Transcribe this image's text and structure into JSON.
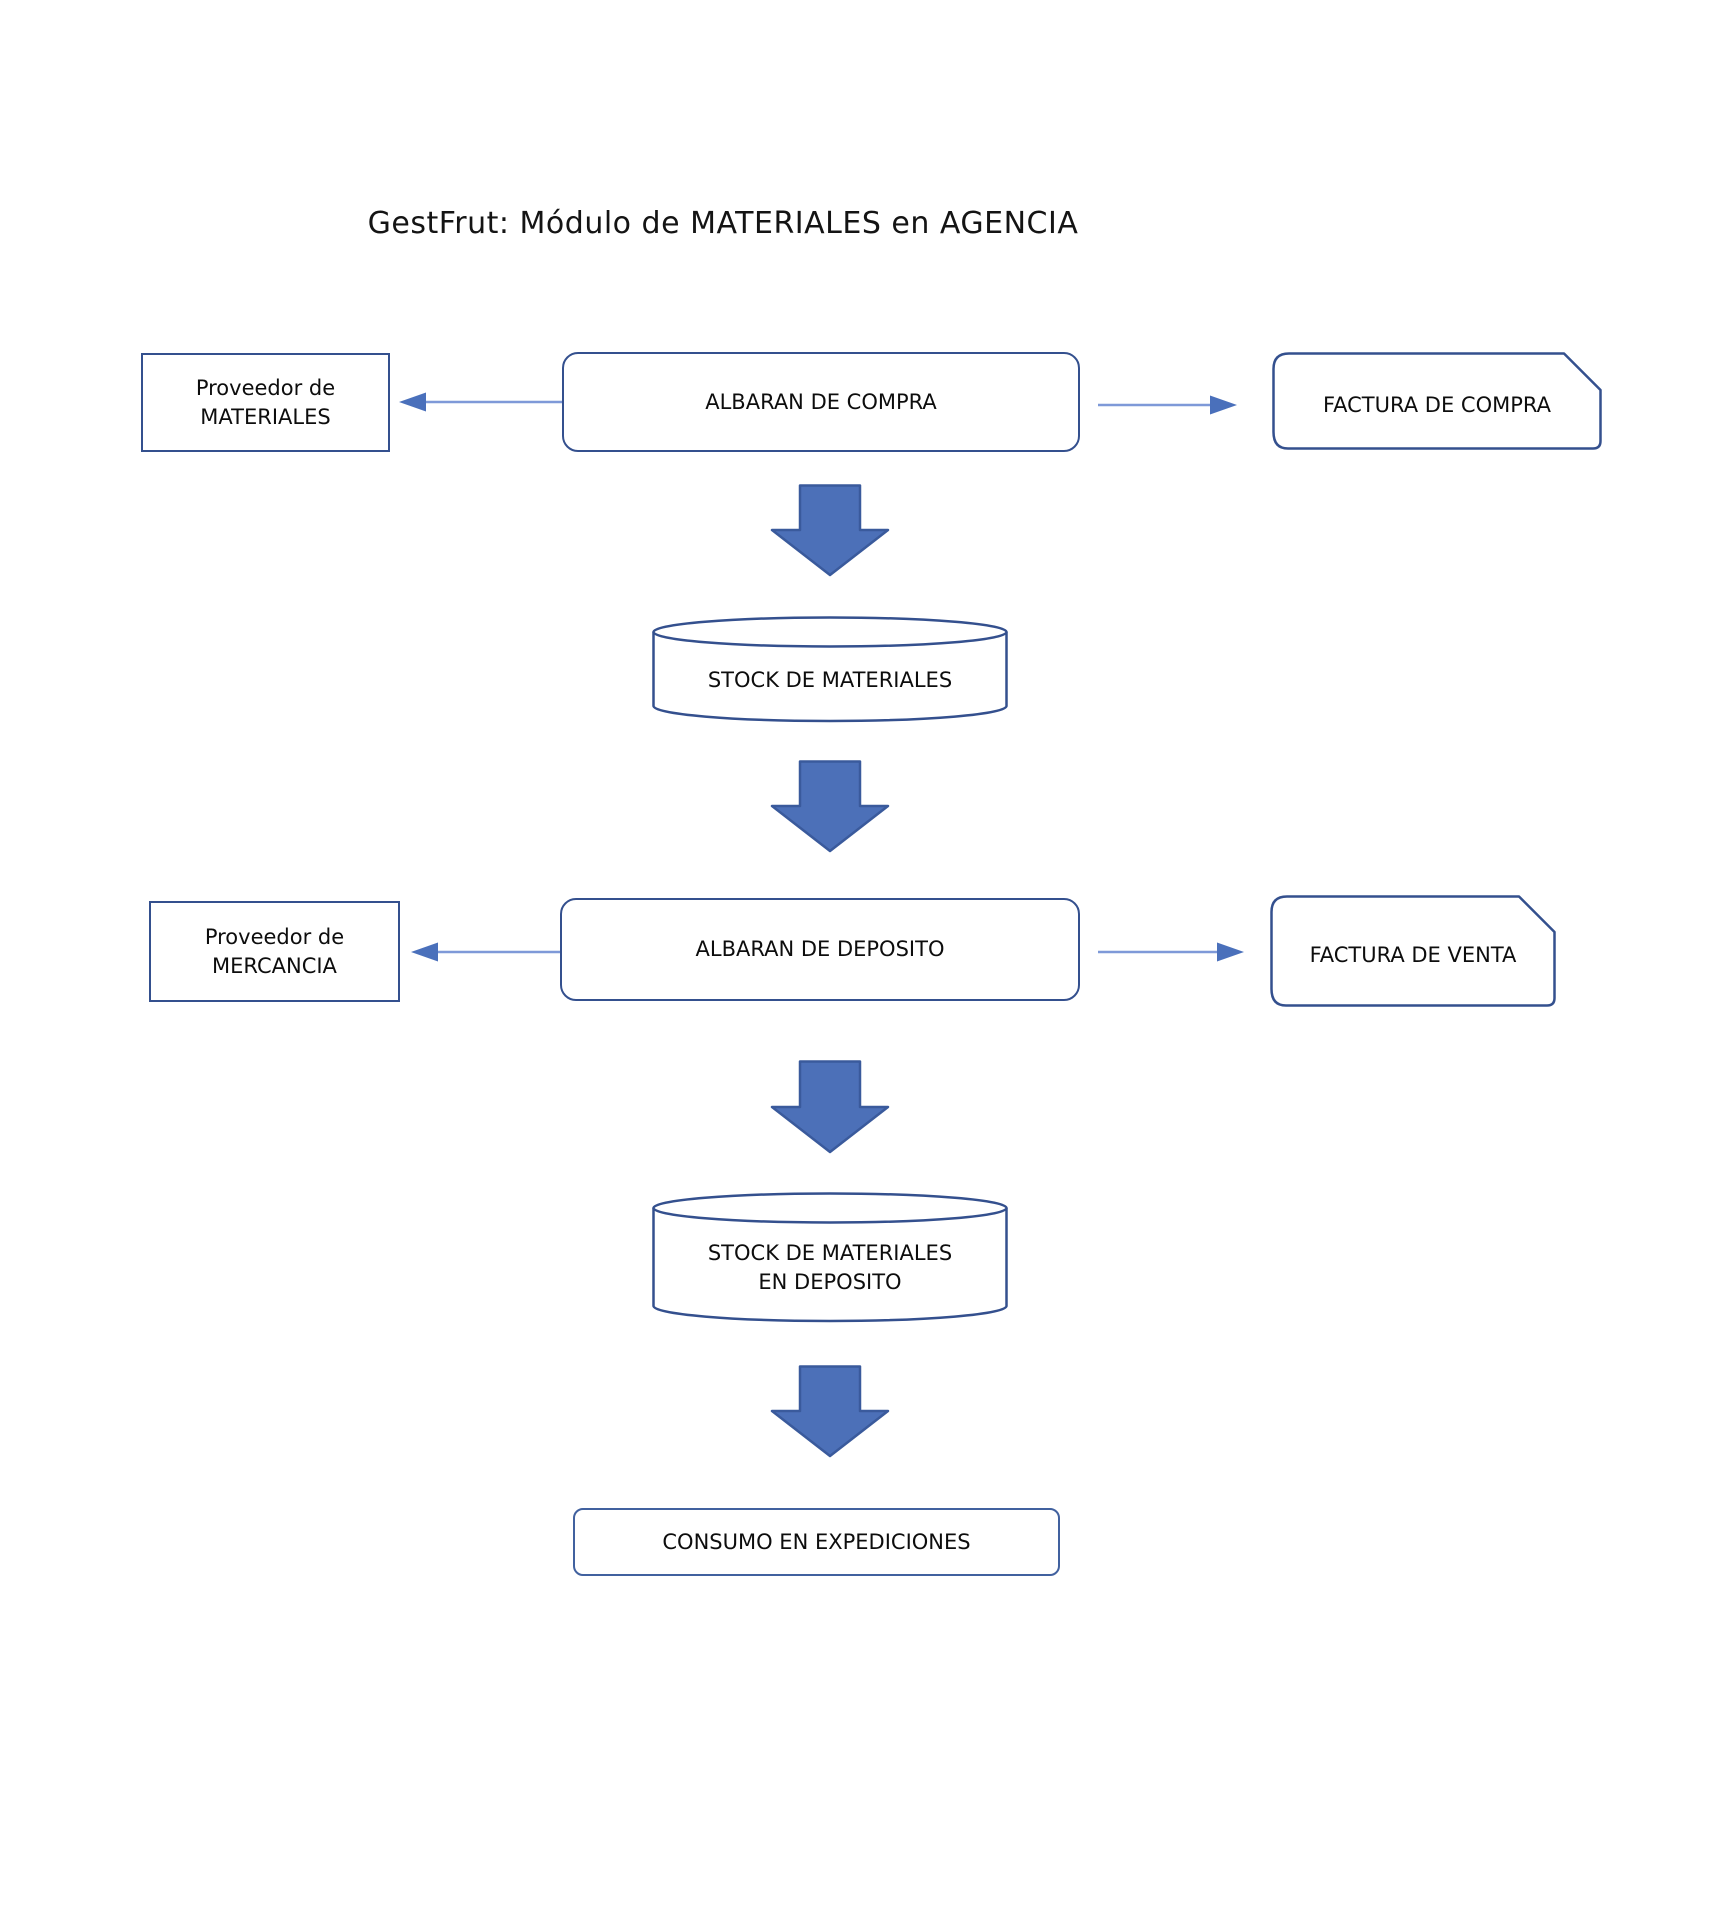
{
  "title": "GestFrut: Módulo de MATERIALES en AGENCIA",
  "colors": {
    "node_border": "#34508e",
    "node_fill": "#ffffff",
    "block_arrow_fill": "#4c70b8",
    "block_arrow_stroke": "#3a5a9c",
    "connector_line": "#7e99d8",
    "connector_head": "#4a70bb",
    "text": "#0d0d0d"
  },
  "nodes": {
    "proveedor_materiales": {
      "label": "Proveedor de\nMATERIALES",
      "shape": "rectangle"
    },
    "albaran_compra": {
      "label": "ALBARAN DE COMPRA",
      "shape": "rounded-rectangle"
    },
    "factura_compra": {
      "label": "FACTURA DE COMPRA",
      "shape": "card"
    },
    "stock_materiales": {
      "label": "STOCK DE MATERIALES",
      "shape": "cylinder"
    },
    "proveedor_mercancia": {
      "label": "Proveedor de\nMERCANCIA",
      "shape": "rectangle"
    },
    "albaran_deposito": {
      "label": "ALBARAN DE DEPOSITO",
      "shape": "rounded-rectangle"
    },
    "factura_venta": {
      "label": "FACTURA DE VENTA",
      "shape": "card"
    },
    "stock_materiales_deposito": {
      "label": "STOCK DE MATERIALES\nEN DEPOSITO",
      "shape": "cylinder"
    },
    "consumo_expediciones": {
      "label": "CONSUMO EN EXPEDICIONES",
      "shape": "rounded-rectangle"
    }
  },
  "edges": [
    {
      "from": "albaran_compra",
      "to": "proveedor_materiales",
      "style": "thin-arrow",
      "direction": "left"
    },
    {
      "from": "albaran_compra",
      "to": "factura_compra",
      "style": "thin-arrow",
      "direction": "right"
    },
    {
      "from": "albaran_compra",
      "to": "stock_materiales",
      "style": "block-arrow",
      "direction": "down"
    },
    {
      "from": "stock_materiales",
      "to": "albaran_deposito",
      "style": "block-arrow",
      "direction": "down"
    },
    {
      "from": "albaran_deposito",
      "to": "proveedor_mercancia",
      "style": "thin-arrow",
      "direction": "left"
    },
    {
      "from": "albaran_deposito",
      "to": "factura_venta",
      "style": "thin-arrow",
      "direction": "right"
    },
    {
      "from": "albaran_deposito",
      "to": "stock_materiales_deposito",
      "style": "block-arrow",
      "direction": "down"
    },
    {
      "from": "stock_materiales_deposito",
      "to": "consumo_expediciones",
      "style": "block-arrow",
      "direction": "down"
    }
  ]
}
